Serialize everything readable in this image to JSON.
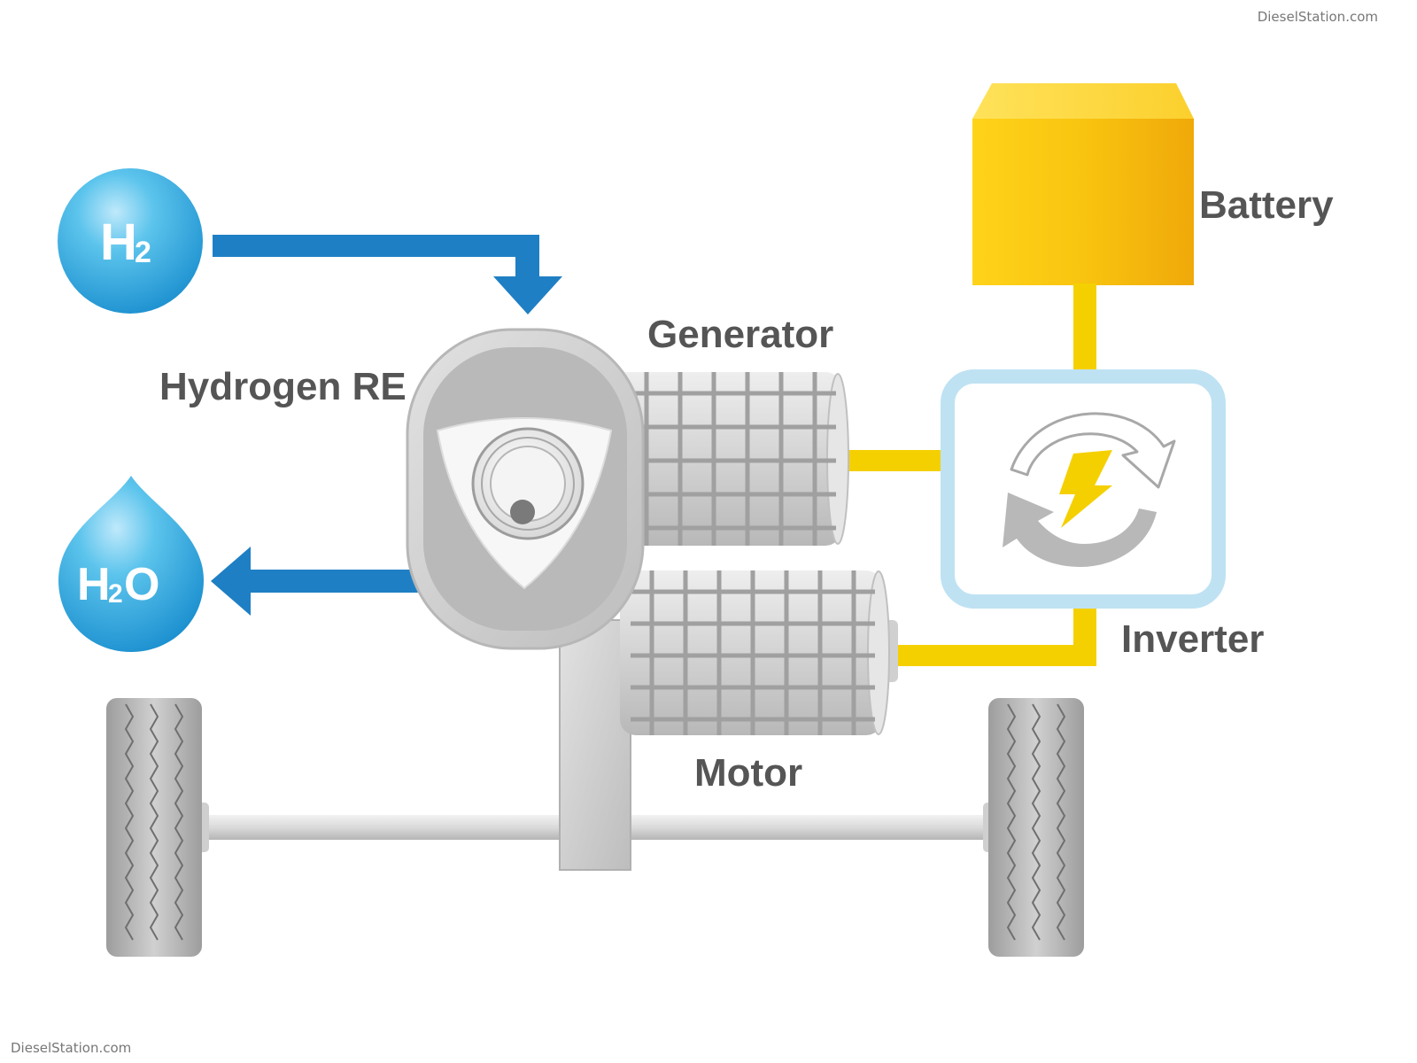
{
  "watermark_top": "DieselStation.com",
  "watermark_bottom": "DieselStation.com",
  "labels": {
    "h2_main": "H",
    "h2_sub": "2",
    "h2o_h": "H",
    "h2o_sub": "2",
    "h2o_o": "O",
    "hydrogen_re": "Hydrogen RE",
    "generator": "Generator",
    "motor": "Motor",
    "battery": "Battery",
    "inverter": "Inverter"
  },
  "colors": {
    "hydrogen_blue": "#1f7fc4",
    "water_blue": "#2aa6dc",
    "electric_yellow": "#f5d000",
    "battery_orange": "#f3b40c",
    "inverter_border": "#bfe2f3",
    "machine_gray": "#c9c9c9",
    "label_gray": "#555555"
  },
  "icons": {
    "h2": "hydrogen-bubble-icon",
    "h2o": "water-drop-icon",
    "inverter": "refresh-cycle-icon",
    "bolt": "lightning-bolt-icon"
  }
}
